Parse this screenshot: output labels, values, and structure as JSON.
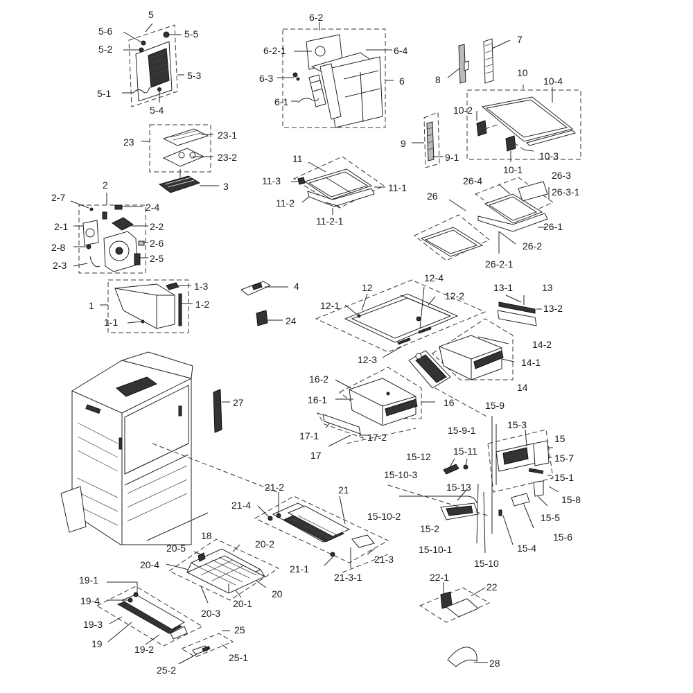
{
  "labels": {
    "p5": "5",
    "p5_5": "5-5",
    "p5_6": "5-6",
    "p5_2": "5-2",
    "p5_3": "5-3",
    "p5_1": "5-1",
    "p5_4": "5-4",
    "p6_2": "6-2",
    "p6_2_1": "6-2-1",
    "p6_4": "6-4",
    "p6_3": "6-3",
    "p6": "6",
    "p6_1": "6-1",
    "p7": "7",
    "p8": "8",
    "p10": "10",
    "p10_4": "10-4",
    "p10_2": "10-2",
    "p10_3": "10-3",
    "p10_1": "10-1",
    "p9": "9",
    "p9_1": "9-1",
    "p23": "23",
    "p23_1": "23-1",
    "p23_2": "23-2",
    "p3": "3",
    "p11": "11",
    "p11_3": "11-3",
    "p11_1": "11-1",
    "p11_2": "11-2",
    "p11_2_1": "11-2-1",
    "p26": "26",
    "p26_4": "26-4",
    "p26_3": "26-3",
    "p26_3_1": "26-3-1",
    "p26_1": "26-1",
    "p26_2": "26-2",
    "p26_2_1": "26-2-1",
    "p2": "2",
    "p2_7": "2-7",
    "p2_4": "2-4",
    "p2_1": "2-1",
    "p2_2": "2-2",
    "p2_8": "2-8",
    "p2_6": "2-6",
    "p2_3": "2-3",
    "p2_5": "2-5",
    "p1_3": "1-3",
    "p1": "1",
    "p1_2": "1-2",
    "p1_1": "1-1",
    "p4": "4",
    "p24": "24",
    "p12": "12",
    "p12_4": "12-4",
    "p12_1": "12-1",
    "p12_2": "12-2",
    "p12_3": "12-3",
    "p13_1": "13-1",
    "p13": "13",
    "p13_2": "13-2",
    "p14_2": "14-2",
    "p14_1": "14-1",
    "p14": "14",
    "p16_2": "16-2",
    "p16_1": "16-1",
    "p16": "16",
    "p27": "27",
    "p17_1": "17-1",
    "p17_2": "17-2",
    "p17": "17",
    "p15_9": "15-9",
    "p15_9_1": "15-9-1",
    "p15_3": "15-3",
    "p15": "15",
    "p15_12": "15-12",
    "p15_11": "15-11",
    "p15_7": "15-7",
    "p15_10_3": "15-10-3",
    "p15_1": "15-1",
    "p15_13": "15-13",
    "p15_8": "15-8",
    "p15_10_2": "15-10-2",
    "p15_5": "15-5",
    "p15_2": "15-2",
    "p15_6": "15-6",
    "p15_10_1": "15-10-1",
    "p15_4": "15-4",
    "p15_10": "15-10",
    "p21_2": "21-2",
    "p21_4": "21-4",
    "p21": "21",
    "p18": "18",
    "p20_5": "20-5",
    "p20_2": "20-2",
    "p20_4": "20-4",
    "p21_1": "21-1",
    "p21_3_1": "21-3-1",
    "p21_3": "21-3",
    "p20": "20",
    "p20_1": "20-1",
    "p20_3": "20-3",
    "p19_1": "19-1",
    "p19_4": "19-4",
    "p19_3": "19-3",
    "p19": "19",
    "p19_2": "19-2",
    "p25": "25",
    "p25_1": "25-1",
    "p25_2": "25-2",
    "p22_1": "22-1",
    "p22": "22",
    "p28": "28"
  }
}
